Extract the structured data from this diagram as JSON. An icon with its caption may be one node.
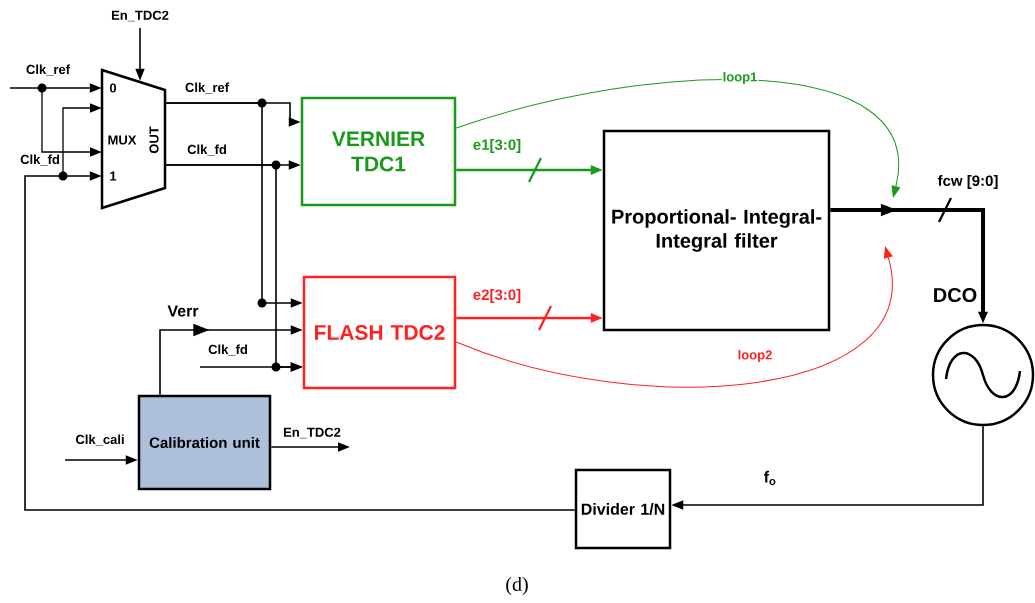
{
  "diagram": {
    "caption": "(d)",
    "nodes": [
      {
        "text": [
          "0",
          "MUX",
          "OUT",
          "1"
        ]
      },
      {
        "text": [
          "VERNIER TDC1"
        ]
      },
      {
        "text": [
          "FLASH TDC2"
        ]
      },
      {
        "text": [
          "Proportional- Integral- Integral filter"
        ]
      },
      {
        "text": [],
        "shape": "circle",
        "beside": [
          "DCO"
        ]
      },
      {
        "text": [
          "Divider 1/N"
        ]
      },
      {
        "text": [
          "Calibration unit"
        ]
      }
    ],
    "edges": [
      {
        "from": null,
        "to": 0,
        "arrow": "to",
        "label": "Clk_ref"
      },
      {
        "from": 5,
        "to": 0,
        "arrow": "to",
        "label": "Clk_fd"
      },
      {
        "from": null,
        "to": 0,
        "arrow": "to",
        "label": "En_TDC2"
      },
      {
        "from": 0,
        "to": 1,
        "arrow": "to",
        "label": "Clk_ref"
      },
      {
        "from": 0,
        "to": 1,
        "arrow": "to",
        "label": "Clk_fd"
      },
      {
        "from": 0,
        "to": 2,
        "arrow": "to"
      },
      {
        "from": 0,
        "to": 2,
        "arrow": "to"
      },
      {
        "from": 6,
        "to": 2,
        "arrow": "to",
        "label": "Verr"
      },
      {
        "from": null,
        "to": 2,
        "arrow": "to",
        "label": "Clk_fd"
      },
      {
        "from": 1,
        "to": 3,
        "arrow": "to",
        "label": "e1[3:0]",
        "color": "#1a9a1a"
      },
      {
        "from": 2,
        "to": 3,
        "arrow": "to",
        "label": "e2[3:0]",
        "color": "#ff2020"
      },
      {
        "from": 3,
        "to": 4,
        "arrow": "to",
        "label": "fcw [9:0]",
        "style": "thick"
      },
      {
        "from": 4,
        "to": 5,
        "arrow": "to",
        "label": "f$_{o}$"
      },
      {
        "from": 6,
        "to": null,
        "arrow": "to",
        "label": "En_TDC2"
      },
      {
        "from": null,
        "to": 6,
        "arrow": "to",
        "label": "Clk_cali"
      },
      {
        "from": 1,
        "to": null,
        "arrow": "to",
        "label": "loop1",
        "color": "#1a9a1a"
      },
      {
        "from": 2,
        "to": null,
        "arrow": "to",
        "label": "loop2",
        "color": "#ff2020"
      }
    ]
  }
}
